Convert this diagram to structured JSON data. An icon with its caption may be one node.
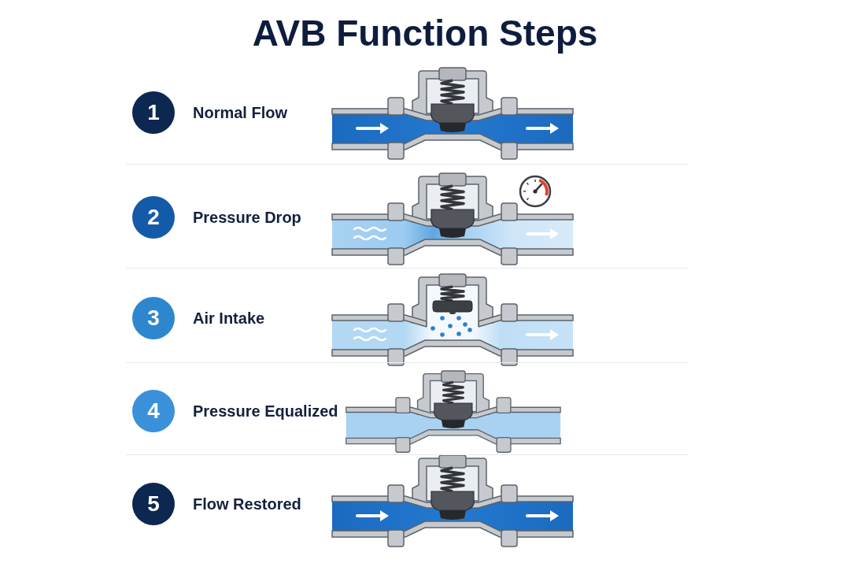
{
  "diagram": {
    "title": "AVB Function Steps",
    "nodes": [
      {
        "text": [
          "1"
        ],
        "beside": [
          "Normal Flow"
        ]
      },
      {
        "text": [
          "2"
        ],
        "beside": [
          "Pressure Drop"
        ]
      },
      {
        "text": [
          "3"
        ],
        "beside": [
          "Air Intake"
        ]
      },
      {
        "text": [
          "4"
        ],
        "beside": [
          "Pressure Equalized"
        ]
      },
      {
        "text": [
          "5"
        ],
        "beside": [
          "Flow Restored"
        ]
      }
    ]
  }
}
